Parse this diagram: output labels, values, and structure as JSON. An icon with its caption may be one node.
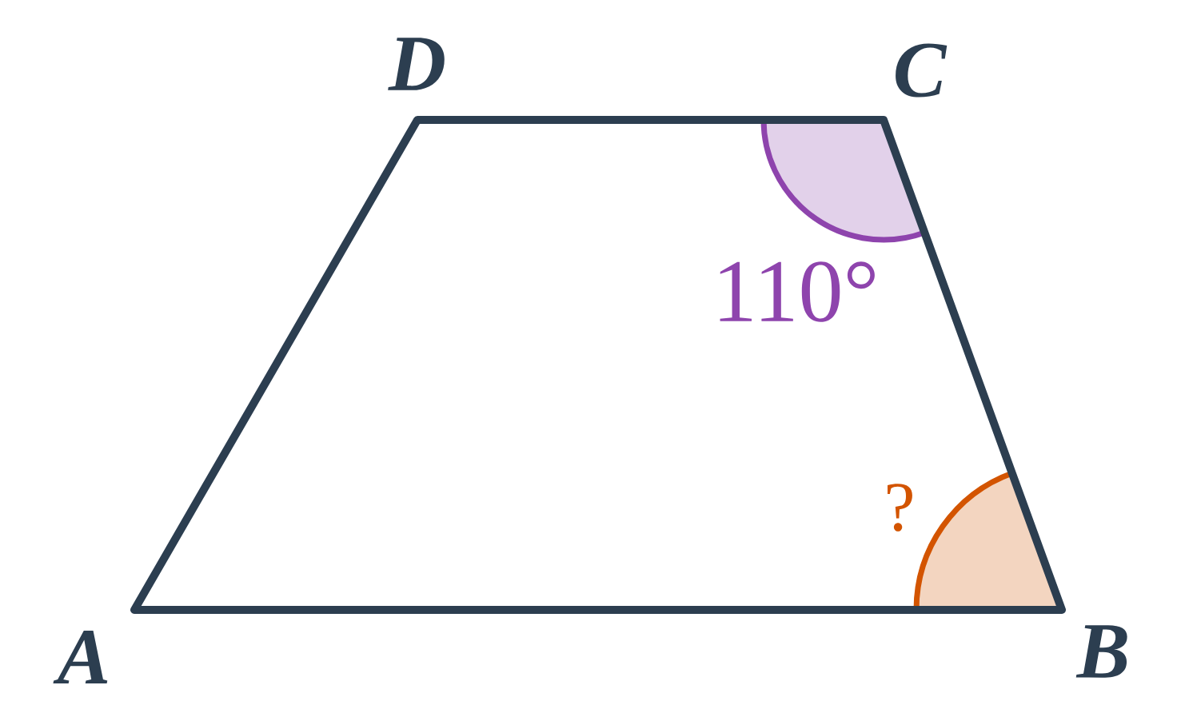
{
  "diagram": {
    "labels": [
      "D",
      "C",
      "110°",
      "?",
      "A",
      "B"
    ]
  }
}
